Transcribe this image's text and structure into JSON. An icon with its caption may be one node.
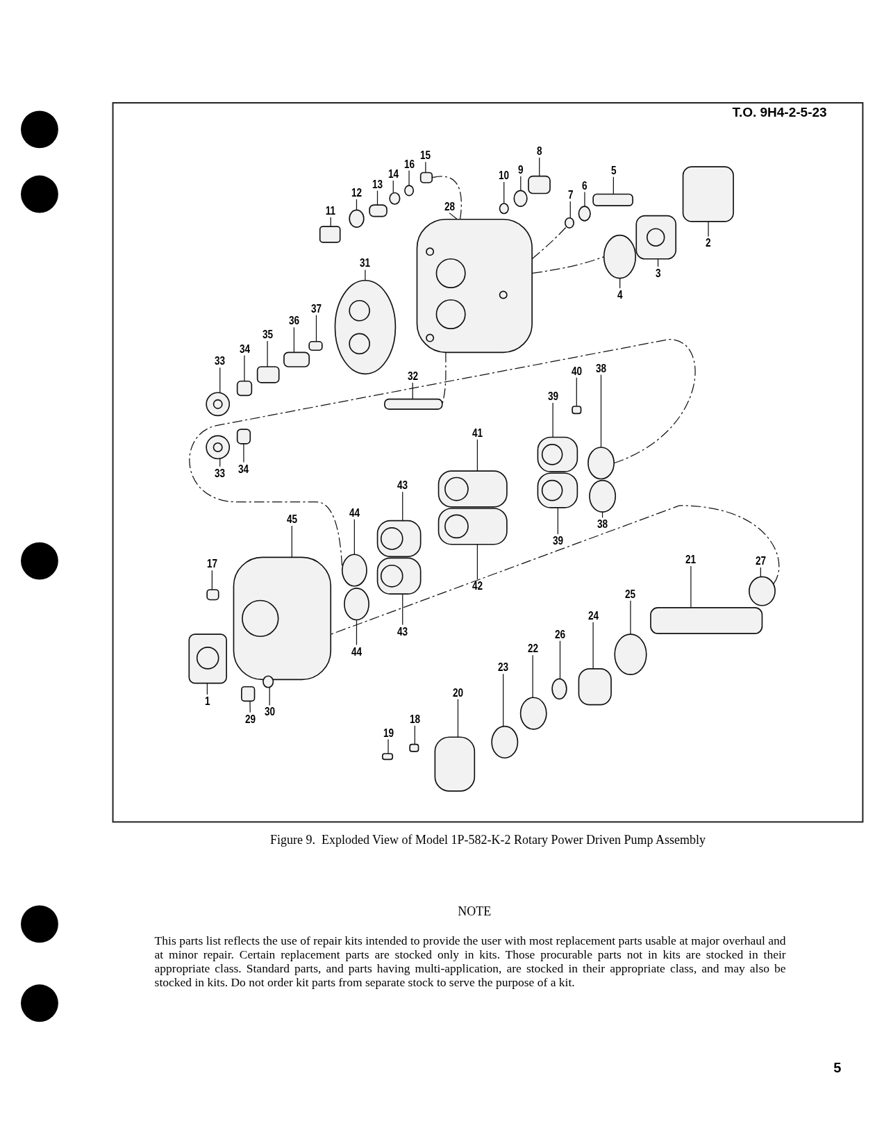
{
  "diagram": {
    "caption": "Figure 9.  Exploded View of Model 1P-582-K-2 Rotary Power Driven Pump Assembly",
    "nodes": [
      {
        "text": [
          "8"
        ]
      },
      {
        "text": [
          "15"
        ]
      },
      {
        "text": [
          "16"
        ]
      },
      {
        "text": [
          "9"
        ]
      },
      {
        "text": [
          "5"
        ]
      },
      {
        "text": [
          "14"
        ]
      },
      {
        "text": [
          "10"
        ]
      },
      {
        "text": [
          "13"
        ]
      },
      {
        "text": [
          "6"
        ]
      },
      {
        "text": [
          "12"
        ]
      },
      {
        "text": [
          "7"
        ]
      },
      {
        "text": [
          "28"
        ]
      },
      {
        "text": [
          "11"
        ]
      },
      {
        "text": [
          "2"
        ]
      },
      {
        "text": [
          "31"
        ]
      },
      {
        "text": [
          "3"
        ]
      },
      {
        "text": [
          "4"
        ]
      },
      {
        "text": [
          "37"
        ]
      },
      {
        "text": [
          "36"
        ]
      },
      {
        "text": [
          "35"
        ]
      },
      {
        "text": [
          "34"
        ]
      },
      {
        "text": [
          "33"
        ]
      },
      {
        "text": [
          "38"
        ]
      },
      {
        "text": [
          "40"
        ]
      },
      {
        "text": [
          "32"
        ]
      },
      {
        "text": [
          "39"
        ]
      },
      {
        "text": [
          "41"
        ]
      },
      {
        "text": [
          "34"
        ]
      },
      {
        "text": [
          "33"
        ]
      },
      {
        "text": [
          "43"
        ]
      },
      {
        "text": [
          "44"
        ]
      },
      {
        "text": [
          "38"
        ]
      },
      {
        "text": [
          "45"
        ]
      },
      {
        "text": [
          "39"
        ]
      },
      {
        "text": [
          "21"
        ]
      },
      {
        "text": [
          "27"
        ]
      },
      {
        "text": [
          "17"
        ]
      },
      {
        "text": [
          "42"
        ]
      },
      {
        "text": [
          "25"
        ]
      },
      {
        "text": [
          "24"
        ]
      },
      {
        "text": [
          "43"
        ]
      },
      {
        "text": [
          "26"
        ]
      },
      {
        "text": [
          "22"
        ]
      },
      {
        "text": [
          "44"
        ]
      },
      {
        "text": [
          "23"
        ]
      },
      {
        "text": [
          "20"
        ]
      },
      {
        "text": [
          "1"
        ]
      },
      {
        "text": [
          "30"
        ]
      },
      {
        "text": [
          "29"
        ]
      },
      {
        "text": [
          "18"
        ]
      },
      {
        "text": [
          "19"
        ]
      },
      {
        "text": [],
        "shape": "box"
      },
      {
        "text": [],
        "shape": "box"
      },
      {
        "text": [],
        "shape": "circle"
      },
      {
        "text": [],
        "shape": "circle"
      },
      {
        "text": [],
        "shape": "box"
      },
      {
        "text": [],
        "shape": "circle"
      },
      {
        "text": [],
        "shape": "circle"
      },
      {
        "text": [],
        "shape": "box"
      },
      {
        "text": [],
        "shape": "circle"
      },
      {
        "text": [],
        "shape": "circle"
      },
      {
        "text": [],
        "shape": "circle"
      },
      {
        "text": [],
        "shape": "picture"
      },
      {
        "text": [],
        "shape": "box"
      },
      {
        "text": [],
        "shape": "box"
      },
      {
        "text": [],
        "shape": "picture"
      },
      {
        "text": [],
        "shape": "picture"
      },
      {
        "text": [],
        "shape": "circle"
      },
      {
        "text": [],
        "shape": "box"
      },
      {
        "text": [],
        "shape": "box"
      },
      {
        "text": [],
        "shape": "box"
      },
      {
        "text": [],
        "shape": "box"
      },
      {
        "text": [],
        "shape": "picture"
      },
      {
        "text": [],
        "shape": "circle"
      },
      {
        "text": [],
        "shape": "box"
      },
      {
        "text": [],
        "shape": "box"
      },
      {
        "text": [],
        "shape": "picture"
      },
      {
        "text": [],
        "shape": "picture"
      },
      {
        "text": [],
        "shape": "box"
      },
      {
        "text": [],
        "shape": "picture"
      },
      {
        "text": [],
        "shape": "picture"
      },
      {
        "text": [],
        "shape": "circle"
      },
      {
        "text": [],
        "shape": "circle"
      },
      {
        "text": [],
        "shape": "picture"
      },
      {
        "text": [],
        "shape": "picture"
      },
      {
        "text": [],
        "shape": "box"
      },
      {
        "text": [],
        "shape": "circle"
      },
      {
        "text": [],
        "shape": "box"
      },
      {
        "text": [],
        "shape": "picture"
      },
      {
        "text": [],
        "shape": "circle"
      },
      {
        "text": [],
        "shape": "box"
      },
      {
        "text": [],
        "shape": "picture"
      },
      {
        "text": [],
        "shape": "circle"
      },
      {
        "text": [],
        "shape": "circle"
      },
      {
        "text": [],
        "shape": "circle"
      },
      {
        "text": [],
        "shape": "circle"
      },
      {
        "text": [],
        "shape": "box"
      },
      {
        "text": [],
        "shape": "picture"
      },
      {
        "text": [],
        "shape": "circle"
      },
      {
        "text": [],
        "shape": "box"
      },
      {
        "text": [],
        "shape": "box"
      },
      {
        "text": [],
        "shape": "box"
      }
    ],
    "edges": [
      {
        "from": 0,
        "to": 51,
        "arrow": "none"
      },
      {
        "from": 1,
        "to": 52,
        "arrow": "none"
      },
      {
        "from": 2,
        "to": 53,
        "arrow": "none"
      },
      {
        "from": 3,
        "to": 54,
        "arrow": "none"
      },
      {
        "from": 4,
        "to": 55,
        "arrow": "none"
      },
      {
        "from": 5,
        "to": 56,
        "arrow": "none"
      },
      {
        "from": 6,
        "to": 57,
        "arrow": "none"
      },
      {
        "from": 7,
        "to": 58,
        "arrow": "none"
      },
      {
        "from": 8,
        "to": 59,
        "arrow": "none"
      },
      {
        "from": 9,
        "to": 60,
        "arrow": "none"
      },
      {
        "from": 10,
        "to": 61,
        "arrow": "none"
      },
      {
        "from": 11,
        "to": 62,
        "arrow": "none"
      },
      {
        "from": 12,
        "to": 63,
        "arrow": "none"
      },
      {
        "from": 13,
        "to": 64,
        "arrow": "none"
      },
      {
        "from": 14,
        "to": 65,
        "arrow": "none"
      },
      {
        "from": 15,
        "to": 66,
        "arrow": "none"
      },
      {
        "from": 16,
        "to": 67,
        "arrow": "none"
      },
      {
        "from": 17,
        "to": 68,
        "arrow": "none"
      },
      {
        "from": 18,
        "to": 69,
        "arrow": "none"
      },
      {
        "from": 19,
        "to": 70,
        "arrow": "none"
      },
      {
        "from": 20,
        "to": 71,
        "arrow": "none"
      },
      {
        "from": 21,
        "to": 72,
        "arrow": "none"
      },
      {
        "from": 22,
        "to": 73,
        "arrow": "none"
      },
      {
        "from": 23,
        "to": 74,
        "arrow": "none"
      },
      {
        "from": 24,
        "to": 75,
        "arrow": "none"
      },
      {
        "from": 25,
        "to": 76,
        "arrow": "none"
      },
      {
        "from": 26,
        "to": 77,
        "arrow": "none"
      },
      {
        "from": 27,
        "to": 78,
        "arrow": "none"
      },
      {
        "from": 28,
        "to": 79,
        "arrow": "none"
      },
      {
        "from": 29,
        "to": 80,
        "arrow": "none"
      },
      {
        "from": 30,
        "to": 81,
        "arrow": "none"
      },
      {
        "from": 31,
        "to": 82,
        "arrow": "none"
      },
      {
        "from": 32,
        "to": 83,
        "arrow": "none"
      },
      {
        "from": 33,
        "to": 84,
        "arrow": "none"
      },
      {
        "from": 34,
        "to": 85,
        "arrow": "none"
      },
      {
        "from": 35,
        "to": 86,
        "arrow": "none"
      },
      {
        "from": 36,
        "to": 87,
        "arrow": "none"
      },
      {
        "from": 37,
        "to": 88,
        "arrow": "none"
      },
      {
        "from": 38,
        "to": 89,
        "arrow": "none"
      },
      {
        "from": 39,
        "to": 90,
        "arrow": "none"
      },
      {
        "from": 40,
        "to": 91,
        "arrow": "none"
      },
      {
        "from": 41,
        "to": 92,
        "arrow": "none"
      },
      {
        "from": 42,
        "to": 93,
        "arrow": "none"
      },
      {
        "from": 43,
        "to": 94,
        "arrow": "none"
      },
      {
        "from": 44,
        "to": 95,
        "arrow": "none"
      },
      {
        "from": 45,
        "to": 96,
        "arrow": "none"
      },
      {
        "from": 46,
        "to": 97,
        "arrow": "none"
      },
      {
        "from": 47,
        "to": 98,
        "arrow": "none"
      },
      {
        "from": 48,
        "to": 99,
        "arrow": "none"
      },
      {
        "from": 49,
        "to": 100,
        "arrow": "none"
      },
      {
        "from": 50,
        "to": 101,
        "arrow": "none"
      },
      {
        "from": 52,
        "to": 62,
        "arrow": "none",
        "style": "dashed"
      },
      {
        "from": 62,
        "to": 61,
        "arrow": "none",
        "style": "dashed"
      },
      {
        "from": 62,
        "to": 67,
        "arrow": "none",
        "style": "dashed"
      },
      {
        "from": 62,
        "to": 75,
        "arrow": "none",
        "style": "dashed"
      },
      {
        "from": 73,
        "to": 81,
        "arrow": "none",
        "style": "dashed"
      },
      {
        "from": 86,
        "to": 83,
        "arrow": "none",
        "style": "dashed"
      }
    ],
    "labels": [
      "T.O. 9H4-2-5-23",
      "NOTE",
      "This parts list reflects the use of repair kits intended to provide the user with most replacement parts usable at major overhaul and at minor repair.  Certain replacement parts are stocked only in kits.  Those procurable parts not in kits are stocked in their appropriate class.  Standard parts, and parts having multi-application, are stocked in their appropriate class, and may also be stocked in kits.  Do not order kit parts from separate stock to serve the purpose of a kit.",
      "5"
    ]
  }
}
